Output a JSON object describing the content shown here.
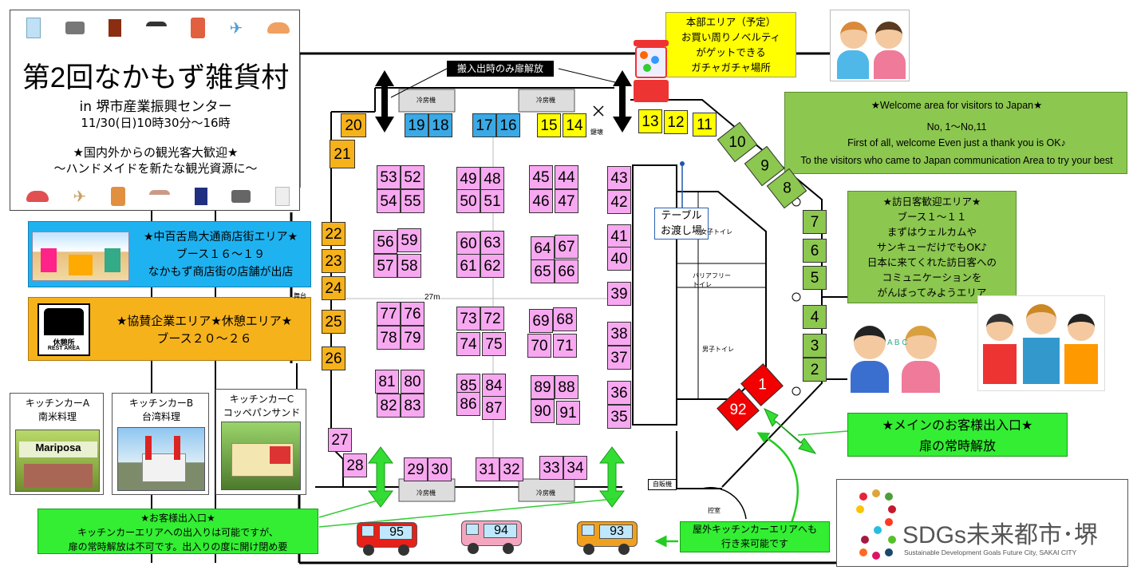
{
  "title_card": {
    "title": "第2回なかもず雑貨村",
    "venue": "in 堺市産業振興センター",
    "datetime": "11/30(日)10時30分～16時",
    "slogan": "★国内外からの観光客大歓迎★\n～ハンドメイドを新たな観光資源に～"
  },
  "hq_box": "本部エリア（予定）\nお買い周りノベルティ\nがゲットできる\nガチャガチャ場所",
  "loading_label": "搬入出時のみ扉解放",
  "welcome_en": {
    "line1": "★Welcome area for visitors to Japan★",
    "line2": "No, 1～No,11",
    "line3": "First of all, welcome Even just a thank you is OK♪",
    "line4": "To the visitors who came to Japan communication  Area to try your best"
  },
  "welcome_jp": "★訪日客歓迎エリア★\nブース１～１１\nまずはウェルカムや\nサンキューだけでもOK♪\n日本に来てくれた訪日客への\nコミュニケーションを\nがんばってみようエリア",
  "shotengai_box": "★中百舌鳥大通商店街エリア★\nブース１６～１９\nなかもず商店街の店舗が出店",
  "sponsor_box": "★協賛企業エリア★休憩エリア★\nブース２０～２６",
  "rest_sign": {
    "line1": "休憩所",
    "line2": "REST AREA"
  },
  "kitchen_cars": [
    {
      "name": "キッチンカーA",
      "desc": "南米料理",
      "sign": "Mariposa"
    },
    {
      "name": "キッチンカーB",
      "desc": "台湾料理"
    },
    {
      "name": "キッチンカーC",
      "desc": "コッペパンサンド"
    }
  ],
  "customer_entrance": "★お客様出入口★\nキッチンカーエリアへの出入りは可能ですが、\n扉の常時解放は不可です。出入りの度に開け閉め要",
  "main_entrance": "★メインのお客様出入口★\n扉の常時解放",
  "outdoor_note": "屋外キッチンカーエリアへも\n行き来可能です",
  "table_label": "テーブル\nお渡し場",
  "sdgs": {
    "main": "SDGs未来都市･堺",
    "sub": "Sustainable Development Goals Future City, SAKAI CITY"
  },
  "floor_labels": {
    "cooler": "冷房機",
    "lock": "鍵壊",
    "dim": "27m",
    "women": "女子トイレ",
    "barrier": "バリアフリー\nトイレ",
    "men": "男子トイレ",
    "vending": "自販機",
    "control": "控室",
    "stage": "舞台"
  },
  "booths_pink": [
    "53",
    "52",
    "54",
    "55",
    "56",
    "59",
    "57",
    "58",
    "77",
    "76",
    "78",
    "79",
    "81",
    "80",
    "82",
    "83",
    "49",
    "48",
    "50",
    "51",
    "60",
    "63",
    "61",
    "62",
    "73",
    "72",
    "74",
    "75",
    "85",
    "84",
    "86",
    "87",
    "45",
    "44",
    "46",
    "47",
    "64",
    "67",
    "65",
    "66",
    "69",
    "68",
    "70",
    "71",
    "89",
    "88",
    "90",
    "91",
    "43",
    "42",
    "41",
    "40",
    "39",
    "38",
    "37",
    "36",
    "35",
    "27",
    "28",
    "29",
    "30",
    "31",
    "32",
    "33",
    "34"
  ],
  "booths_orange": [
    "20",
    "21",
    "22",
    "23",
    "24",
    "25",
    "26"
  ],
  "booths_blue": [
    "19",
    "18",
    "17",
    "16"
  ],
  "booths_yellow": [
    "15",
    "14",
    "13",
    "12",
    "11"
  ],
  "booths_green": [
    "10",
    "9",
    "8",
    "7",
    "6",
    "5",
    "4",
    "3",
    "2"
  ],
  "booths_red": [
    "1",
    "92"
  ],
  "trucks": [
    "95",
    "94",
    "93"
  ]
}
